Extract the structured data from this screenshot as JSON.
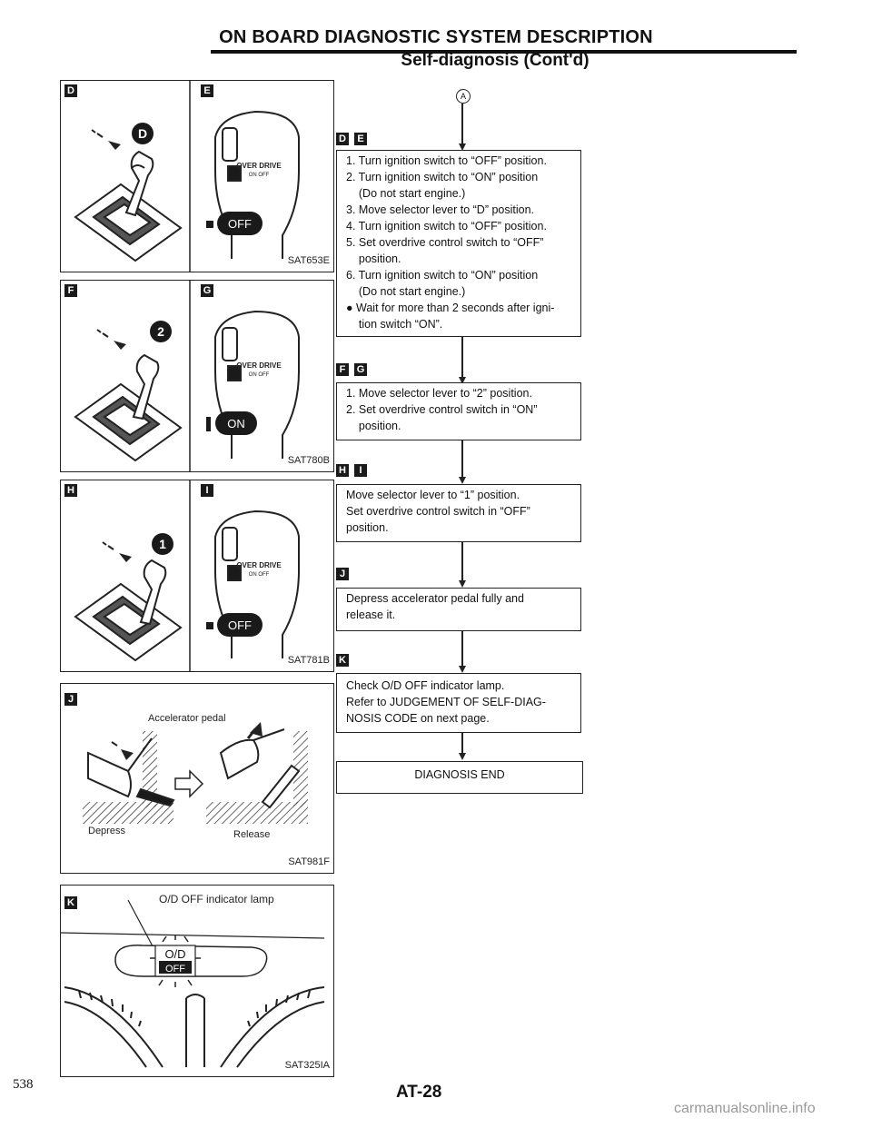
{
  "header": {
    "title": "ON BOARD DIAGNOSTIC SYSTEM DESCRIPTION",
    "subtitle": "Self-diagnosis (Cont'd)"
  },
  "figures": {
    "row1": {
      "left_badge": "D",
      "right_badge": "E",
      "code": "SAT653E",
      "callout": "D",
      "button": "OFF",
      "switch_text": "OVER DRIVE",
      "switch_sub": "ON OFF"
    },
    "row2": {
      "left_badge": "F",
      "right_badge": "G",
      "code": "SAT780B",
      "callout": "2",
      "button": "ON",
      "switch_text": "OVER DRIVE",
      "switch_sub": "ON OFF"
    },
    "row3": {
      "left_badge": "H",
      "right_badge": "I",
      "code": "SAT781B",
      "callout": "1",
      "button": "OFF",
      "switch_text": "OVER DRIVE",
      "switch_sub": "ON OFF"
    },
    "pedal": {
      "badge": "J",
      "label": "Accelerator pedal",
      "depress": "Depress",
      "release": "Release",
      "code": "SAT981F"
    },
    "indicator": {
      "badge": "K",
      "label": "O/D OFF indicator lamp",
      "lamp_top": "O/D",
      "lamp_bottom": "OFF",
      "code": "SAT325IA"
    }
  },
  "flow": {
    "start_marker": "A",
    "steps": [
      {
        "badges": [
          "D",
          "E"
        ],
        "lines": [
          "1. Turn ignition switch to “OFF” position.",
          "2. Turn ignition switch to “ON” position",
          "    (Do not start engine.)",
          "3. Move selector lever to “D” position.",
          "4. Turn ignition switch to “OFF” position.",
          "5. Set overdrive control switch to “OFF”",
          "    position.",
          "6. Turn ignition switch to “ON” position",
          "    (Do not start engine.)",
          "● Wait for more than 2 seconds after igni-",
          "    tion switch “ON”."
        ]
      },
      {
        "badges": [
          "F",
          "G"
        ],
        "lines": [
          "1. Move selector lever to “2” position.",
          "2. Set overdrive control switch in “ON”",
          "    position."
        ]
      },
      {
        "badges": [
          "H",
          "I"
        ],
        "lines": [
          "Move selector lever to “1” position.",
          "Set overdrive control switch in “OFF”",
          "position."
        ]
      },
      {
        "badges": [
          "J"
        ],
        "lines": [
          "Depress accelerator pedal fully and",
          "release it."
        ]
      },
      {
        "badges": [
          "K"
        ],
        "lines": [
          "Check O/D OFF indicator lamp.",
          "Refer to JUDGEMENT OF SELF-DIAG-",
          "NOSIS CODE on next page."
        ]
      }
    ],
    "end_label": "DIAGNOSIS END"
  },
  "footer": {
    "page_number": "538",
    "page_code": "AT-28",
    "watermark": "carmanualsonline.info"
  }
}
